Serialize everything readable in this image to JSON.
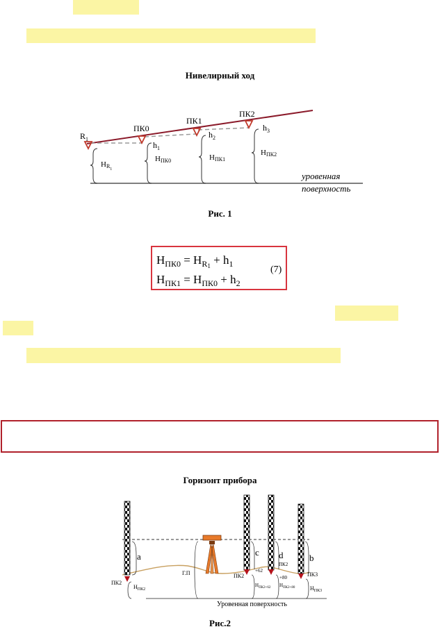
{
  "highlights": [
    "",
    "",
    "",
    "",
    ""
  ],
  "figure1": {
    "title": "Нивелирный ход",
    "caption": "Рис. 1",
    "labels": {
      "r1": "R",
      "r1_sub": "1",
      "pk0": "ПК0",
      "pk1": "ПК1",
      "pk2": "ПК2",
      "h1": "h",
      "h1_sub": "1",
      "h2": "h",
      "h2_sub": "2",
      "h3": "h",
      "h3_sub": "3",
      "hr1": "H",
      "hr1_sub": "R",
      "hpk0": "H",
      "hpk0_sub": "ПК0",
      "hpk1": "H",
      "hpk1_sub": "ПК1",
      "hpk2": "H",
      "hpk2_sub": "ПК2",
      "surface_line1": "уровенная",
      "surface_line2": "поверхность"
    }
  },
  "formula": {
    "line1": {
      "lhs": "H",
      "lhs_sub": "ПК0",
      "eq": " = ",
      "t1": "H",
      "t1_sub": "R",
      "t1_sub2": "1",
      "plus": " + ",
      "t2": "h",
      "t2_sub": "1"
    },
    "line2": {
      "lhs": "H",
      "lhs_sub": "ПК1",
      "eq": " = ",
      "t1": "H",
      "t1_sub": "ПК0",
      "plus": " + ",
      "t2": "h",
      "t2_sub": "2"
    },
    "number": "(7)"
  },
  "figure2": {
    "title": "Горизонт прибора",
    "caption": "Рис.2",
    "labels": {
      "a": "a",
      "b": "b",
      "c": "c",
      "d": "d",
      "pk2_left": "ПК2",
      "hpk2_left": "H",
      "hpk2_left_sub": "ПК2",
      "gp": "Г.П",
      "pk2_mid": "ПК2",
      "plus62": "+62",
      "hpk2_62": "H",
      "hpk2_62_sub": "ПК2+62",
      "pk2_d": "ПК2",
      "plus80": "+80",
      "hpk2_80": "H",
      "hpk2_80_sub": "ПК2+80",
      "pk3": "ПК3",
      "hpk3": "H",
      "hpk3_sub": "ПК3",
      "surface": "Уровенная поверхность"
    }
  }
}
